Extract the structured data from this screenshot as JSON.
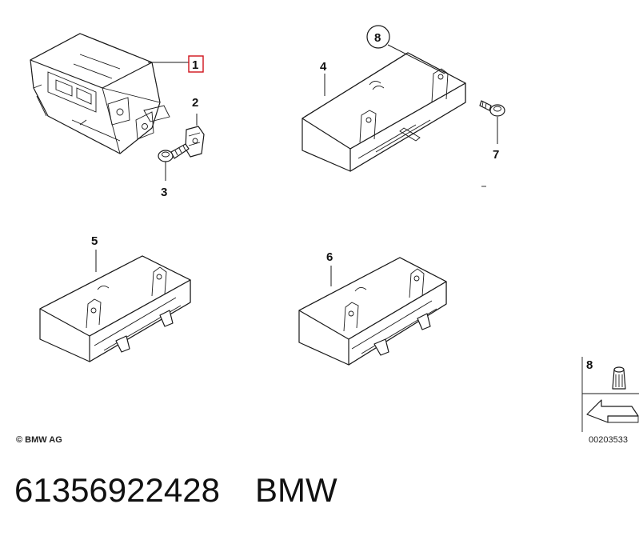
{
  "callouts": {
    "c1": "1",
    "c2": "2",
    "c3": "3",
    "c4": "4",
    "c5": "5",
    "c6": "6",
    "c7": "7",
    "c8": "8"
  },
  "legend": {
    "index": "8"
  },
  "copyright": "© BMW AG",
  "diagram_number": "00203533",
  "caption": {
    "part_number": "61356922428",
    "brand": "BMW"
  },
  "colors": {
    "highlight": "#d0121b",
    "line": "#1a1a1a",
    "background": "#ffffff"
  }
}
